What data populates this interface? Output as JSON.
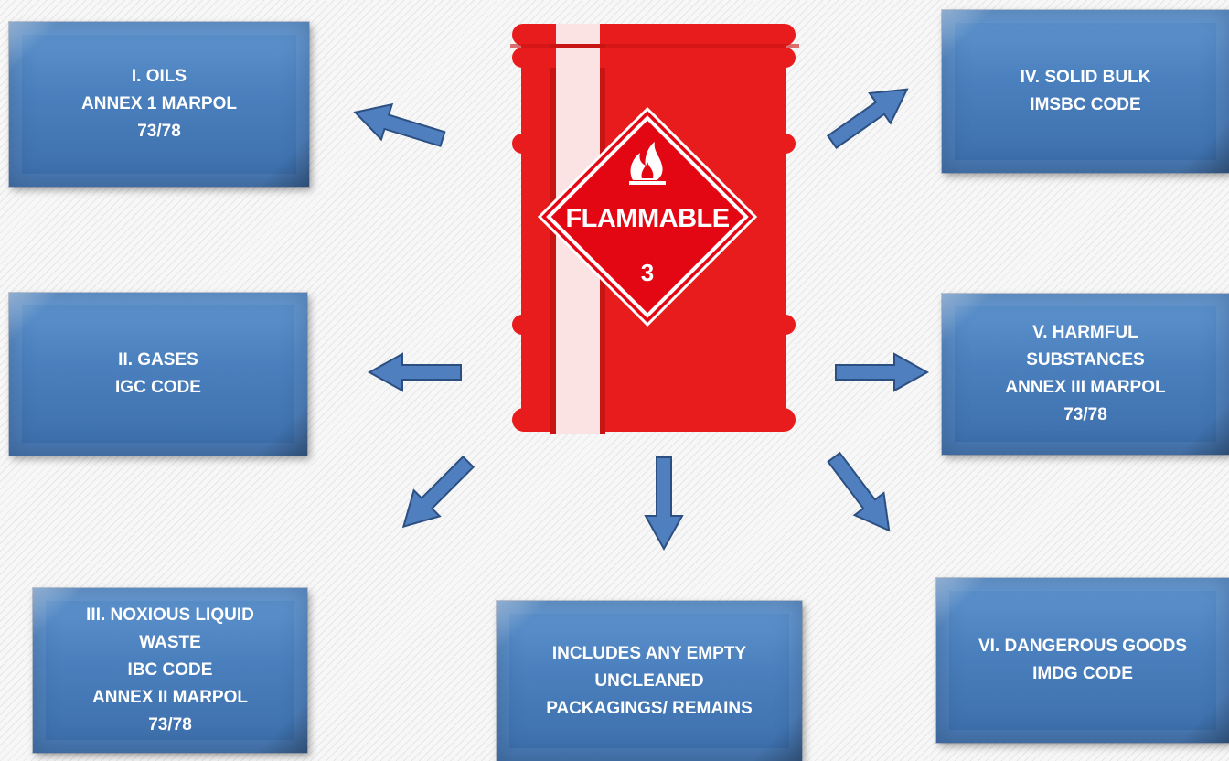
{
  "colors": {
    "box_fill": "#4a7fbd",
    "arrow_fill": "#4f7fbf",
    "barrel_red": "#e81c1c",
    "placard_red": "#e30613"
  },
  "barrel": {
    "icon": "flame-icon",
    "placard_label": "FLAMMABLE",
    "placard_class": "3"
  },
  "boxes": {
    "oils": "I. OILS\nANNEX 1 MARPOL\n73/78",
    "gases": "II. GASES\nIGC CODE",
    "noxious": "III. NOXIOUS LIQUID\nWASTE\nIBC CODE\nANNEX II MARPOL\n73/78",
    "solid_bulk": "IV. SOLID BULK\nIMSBC CODE",
    "harmful": "V. HARMFUL\nSUBSTANCES\nANNEX III MARPOL\n73/78",
    "dangerous_goods": "VI. DANGEROUS GOODS\nIMDG CODE",
    "empty_packagings": "INCLUDES ANY EMPTY\nUNCLEANED\nPACKAGINGS/ REMAINS"
  }
}
